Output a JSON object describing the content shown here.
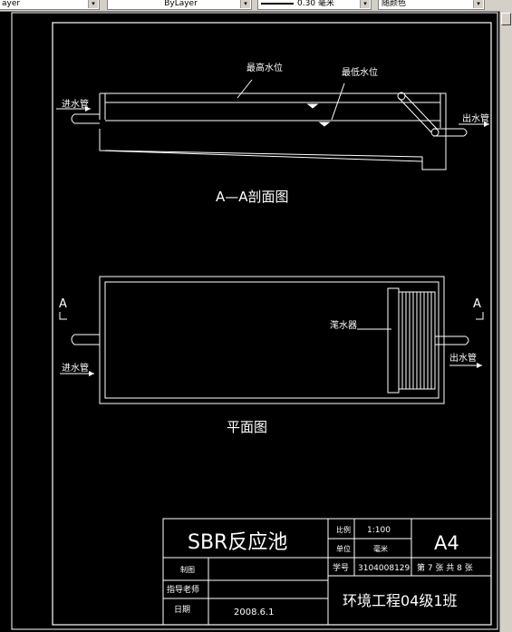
{
  "toolbar": {
    "layer_combo": "ayer",
    "color_combo": "ByLayer",
    "lineweight_combo": "0.30 毫米",
    "plotstyle_combo": "随颜色",
    "dropdown_arrow": "▾"
  },
  "section_view": {
    "label_highest_level": "最高水位",
    "label_lowest_level": "最低水位",
    "label_inlet": "进水管",
    "label_outlet": "出水管",
    "caption": "A—A剖面图"
  },
  "plan_view": {
    "label_inlet": "进水管",
    "label_outlet": "出水管",
    "label_decanter": "滗水器",
    "section_mark_left": "A",
    "section_mark_right": "A",
    "caption": "平面图"
  },
  "title_block": {
    "drawing_title": "SBR反应池",
    "label_scale": "比例",
    "scale_value": "1:100",
    "label_unit": "单位",
    "unit_value": "毫米",
    "paper_size": "A4",
    "label_drawn_by": "制图",
    "label_student_id": "学号",
    "student_id": "3104008129",
    "sheet_info": "第 7 张 共 8 张",
    "label_instructor": "指导老师",
    "label_date": "日期",
    "date_value": "2008.6.1",
    "class_name": "环境工程04级1班"
  },
  "colors": {
    "canvas_background": "#000000",
    "linework": "#ffffff",
    "chrome": "#d4d0c8"
  }
}
